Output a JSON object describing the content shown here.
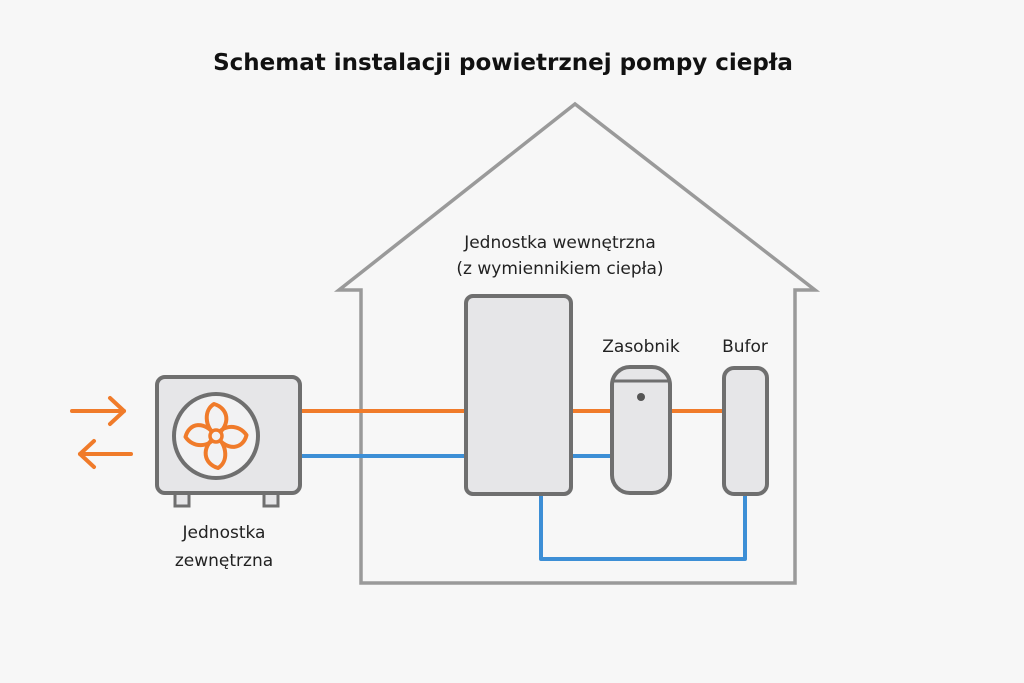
{
  "title": "Schemat instalacji powietrznej pompy ciepła",
  "labels": {
    "indoor_unit_line1": "Jednostka wewnętrzna",
    "indoor_unit_line2": "(z wymiennikiem ciepła)",
    "tank": "Zasobnik",
    "buffer": "Bufor",
    "outdoor_unit_line1": "Jednostka",
    "outdoor_unit_line2": "zewnętrzna"
  },
  "colors": {
    "hot_line": "#f07b2a",
    "cold_line": "#3d8fd6",
    "outline": "#6f6f6f",
    "house": "#9a9a9a",
    "unit_fill": "#e6e6e8",
    "fan": "#f07b2a",
    "background": "#f7f7f7"
  },
  "icons": {
    "fan": "fan-icon",
    "air_in": "arrow-right-icon",
    "air_out": "arrow-left-icon"
  }
}
